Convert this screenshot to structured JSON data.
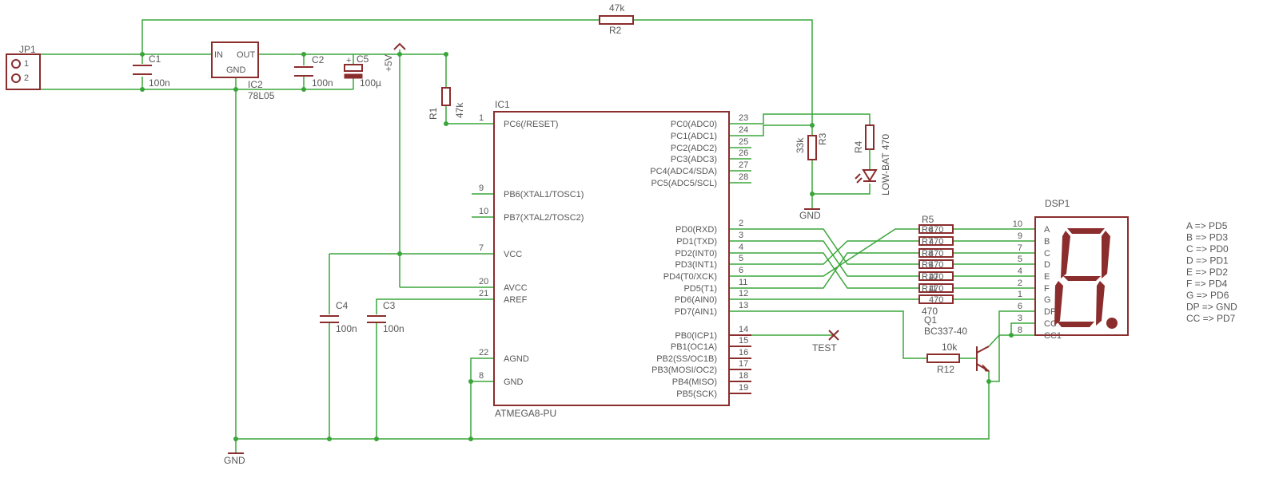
{
  "jp1": {
    "name": "JP1",
    "pin1": "1",
    "pin2": "2"
  },
  "c1": {
    "name": "C1",
    "value": "100n"
  },
  "ic2": {
    "name": "IC2",
    "value": "78L05",
    "in": "IN",
    "out": "OUT",
    "gnd": "GND"
  },
  "c2": {
    "name": "C2",
    "value": "100n"
  },
  "c5": {
    "name": "C5",
    "value": "100µ"
  },
  "vplus": "+5V",
  "r2": {
    "name": "R2",
    "value": "47k"
  },
  "r1": {
    "name": "R1",
    "value": "47k"
  },
  "r3": {
    "name": "R3",
    "value": "33k"
  },
  "r4": {
    "name": "R4",
    "value": "470"
  },
  "led": "LOW-BAT",
  "gnd_label": "GND",
  "ic1": {
    "name": "IC1",
    "value": "ATMEGA8-PU",
    "left_pins": [
      {
        "num": "1",
        "name": "PC6(/RESET)"
      },
      {
        "num": "9",
        "name": "PB6(XTAL1/TOSC1)"
      },
      {
        "num": "10",
        "name": "PB7(XTAL2/TOSC2)"
      },
      {
        "num": "7",
        "name": "VCC"
      },
      {
        "num": "20",
        "name": "AVCC"
      },
      {
        "num": "21",
        "name": "AREF"
      },
      {
        "num": "22",
        "name": "AGND"
      },
      {
        "num": "8",
        "name": "GND"
      }
    ],
    "right_pins": [
      {
        "num": "23",
        "name": "PC0(ADC0)"
      },
      {
        "num": "24",
        "name": "PC1(ADC1)"
      },
      {
        "num": "25",
        "name": "PC2(ADC2)"
      },
      {
        "num": "26",
        "name": "PC3(ADC3)"
      },
      {
        "num": "27",
        "name": "PC4(ADC4/SDA)"
      },
      {
        "num": "28",
        "name": "PC5(ADC5/SCL)"
      },
      {
        "num": "2",
        "name": "PD0(RXD)"
      },
      {
        "num": "3",
        "name": "PD1(TXD)"
      },
      {
        "num": "4",
        "name": "PD2(INT0)"
      },
      {
        "num": "5",
        "name": "PD3(INT1)"
      },
      {
        "num": "6",
        "name": "PD4(T0/XCK)"
      },
      {
        "num": "11",
        "name": "PD5(T1)"
      },
      {
        "num": "12",
        "name": "PD6(AIN0)"
      },
      {
        "num": "13",
        "name": "PD7(AIN1)"
      },
      {
        "num": "14",
        "name": "PB0(ICP1)"
      },
      {
        "num": "15",
        "name": "PB1(OC1A)"
      },
      {
        "num": "16",
        "name": "PB2(SS/OC1B)"
      },
      {
        "num": "17",
        "name": "PB3(MOSI/OC2)"
      },
      {
        "num": "18",
        "name": "PB4(MISO)"
      },
      {
        "num": "19",
        "name": "PB5(SCK)"
      }
    ]
  },
  "c4": {
    "name": "C4",
    "value": "100n"
  },
  "c3": {
    "name": "C3",
    "value": "100n"
  },
  "test": "TEST",
  "resistor_array": {
    "name": "R5",
    "labels": [
      "R6",
      "R7",
      "R8",
      "R9",
      "R10",
      "R11"
    ],
    "value": "470"
  },
  "q1": {
    "name": "Q1",
    "value": "BC337-40"
  },
  "r12": {
    "name": "R12",
    "value": "10k"
  },
  "dsp1": {
    "name": "DSP1",
    "pins": [
      {
        "num": "10",
        "name": "A"
      },
      {
        "num": "9",
        "name": "B"
      },
      {
        "num": "7",
        "name": "C"
      },
      {
        "num": "5",
        "name": "D"
      },
      {
        "num": "4",
        "name": "E"
      },
      {
        "num": "2",
        "name": "F"
      },
      {
        "num": "1",
        "name": "G"
      },
      {
        "num": "6",
        "name": "DP"
      },
      {
        "num": "3",
        "name": "CC"
      },
      {
        "num": "8",
        "name": "CC1"
      }
    ]
  },
  "mapping": [
    "A => PD5",
    "B => PD3",
    "C => PD0",
    "D => PD1",
    "E => PD2",
    "F => PD4",
    "G => PD6",
    "DP => GND",
    "CC => PD7"
  ]
}
